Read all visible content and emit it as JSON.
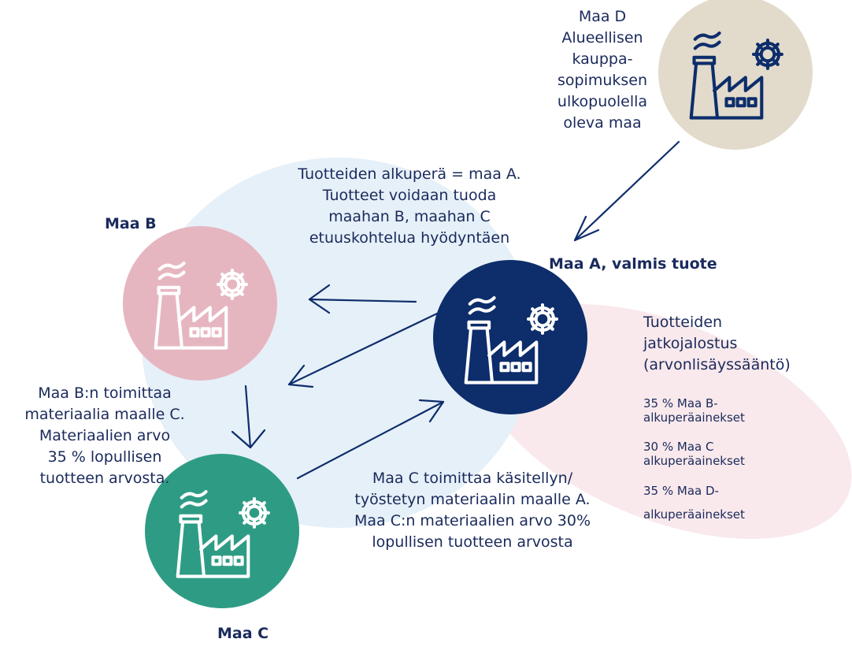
{
  "colors": {
    "navy": "#0d2d6b",
    "blue_blob": "#e6f0f8",
    "pink_blob": "#f9e9ec",
    "pink_circle": "#e6b6c0",
    "green_circle": "#2e9c84",
    "beige_circle": "#e2dbcb"
  },
  "icons": [
    "factory-icon",
    "gear-icon",
    "arrow-icon"
  ],
  "nodes": {
    "a": {
      "label": "Maa A, valmis tuote"
    },
    "b": {
      "label": "Maa B"
    },
    "c": {
      "label": "Maa C"
    },
    "d": {
      "lines": [
        "Maa D",
        "Alueellisen",
        "kauppa-",
        "sopimuksen",
        "ulkopuolella",
        "oleva maa"
      ]
    }
  },
  "notes": {
    "origin": [
      "Tuotteiden alkuperä = maa A.",
      "Tuotteet voidaan tuoda",
      "maahan B,  maahan C",
      "etuuskohtelua hyödyntäen"
    ],
    "b_to_c": [
      "Maa B:n toimittaa",
      "materiaalia maalle C.",
      "Materiaalien arvo",
      "35 % lopullisen",
      "tuotteen arvosta."
    ],
    "c_to_a": [
      "Maa C toimittaa käsitellyn/",
      "työstetyn materiaalin maalle A.",
      "Maa C:n materiaalien arvo 30%",
      "lopullisen tuotteen arvosta"
    ],
    "processing": [
      "Tuotteiden",
      "jatkojalostus",
      "(arvonlisäyssääntö)"
    ]
  },
  "shares": [
    {
      "lines": [
        "35 % Maa B-",
        "alkuperäainekset"
      ]
    },
    {
      "lines": [
        "30 % Maa C",
        "alkuperäainekset"
      ]
    },
    {
      "lines": [
        "35 % Maa D-",
        "alkuperäainekset"
      ]
    }
  ]
}
